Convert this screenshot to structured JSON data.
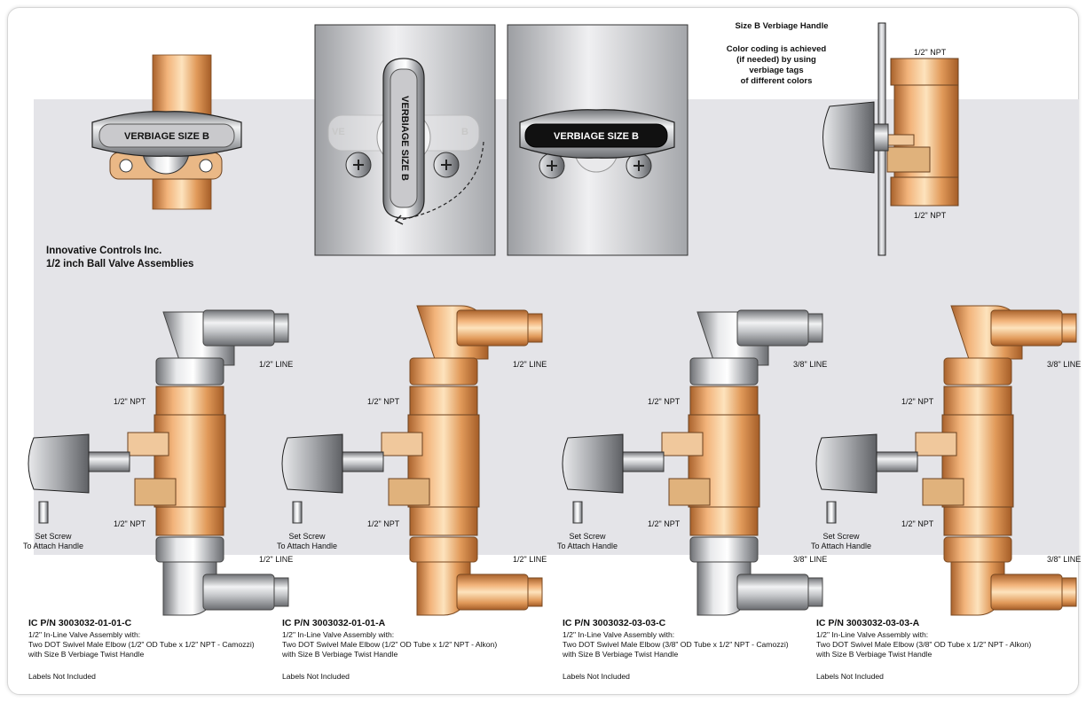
{
  "company": {
    "line1": "Innovative Controls Inc.",
    "line2": "1/2 inch Ball Valve Assemblies"
  },
  "handle": {
    "label": "VERBIAGE SIZE B",
    "ghost_left": "VE",
    "ghost_right": "B",
    "title": "Size B Verbiage Handle",
    "note": [
      "Color coding is achieved",
      "(if needed) by using",
      "verbiage tags",
      "of different colors"
    ]
  },
  "side_view": {
    "top_label": "1/2\" NPT",
    "bottom_label": "1/2\" NPT"
  },
  "assemblies": [
    {
      "pn": "IC P/N 3003032-01-01-C",
      "line1": "1/2\" In-Line Valve Assembly with:",
      "line2": "Two DOT Swivel Male Elbow (1/2\" OD Tube x 1/2\" NPT -  Camozzi)",
      "line3": "with Size B Verbiage Twist Handle",
      "labels_note": "Labels Not Included",
      "line_top": "1/2\" LINE",
      "line_bottom": "1/2\" LINE",
      "npt_top": "1/2\" NPT",
      "npt_bottom": "1/2\" NPT",
      "set_screw": "Set Screw",
      "set_screw2": "To Attach Handle",
      "finish": "chrome"
    },
    {
      "pn": "IC P/N 3003032-01-01-A",
      "line1": "1/2\" In-Line Valve Assembly with:",
      "line2": "Two DOT Swivel Male Elbow (1/2\" OD Tube x 1/2\" NPT -  Alkon)",
      "line3": "with Size B Verbiage Twist Handle",
      "labels_note": "Labels Not Included",
      "line_top": "1/2\" LINE",
      "line_bottom": "1/2\" LINE",
      "npt_top": "1/2\" NPT",
      "npt_bottom": "1/2\" NPT",
      "set_screw": "Set Screw",
      "set_screw2": "To Attach Handle",
      "finish": "brass"
    },
    {
      "pn": "IC P/N 3003032-03-03-C",
      "line1": "1/2\" In-Line Valve Assembly with:",
      "line2": "Two DOT Swivel Male Elbow (3/8\" OD Tube x 1/2\" NPT -  Camozzi)",
      "line3": "with Size B Verbiage Twist Handle",
      "labels_note": "Labels Not Included",
      "line_top": "3/8\" LINE",
      "line_bottom": "3/8\" LINE",
      "npt_top": "1/2\" NPT",
      "npt_bottom": "1/2\" NPT",
      "set_screw": "Set Screw",
      "set_screw2": "To Attach Handle",
      "finish": "chrome"
    },
    {
      "pn": "IC P/N 3003032-03-03-A",
      "line1": "1/2\" In-Line Valve Assembly with:",
      "line2": "Two DOT Swivel Male Elbow (3/8\" OD Tube x 1/2\" NPT -  Alkon)",
      "line3": "with Size B Verbiage Twist Handle",
      "labels_note": "Labels Not Included",
      "line_top": "3/8\" LINE",
      "line_bottom": "3/8\" LINE",
      "npt_top": "1/2\" NPT",
      "npt_bottom": "1/2\" NPT",
      "set_screw": "Set Screw",
      "set_screw2": "To Attach Handle",
      "finish": "brass"
    }
  ],
  "colors": {
    "brass": "#e4a264",
    "brass_light": "#f7d3a0",
    "brass_dark": "#b86f34",
    "chrome": "#c9cacd",
    "chrome_dark": "#7e8084",
    "band": "#e4e4e8",
    "tag_black": "#111111"
  }
}
